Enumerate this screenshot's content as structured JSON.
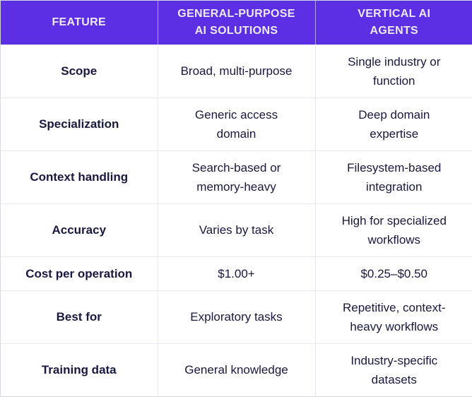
{
  "chart_data": {
    "type": "table",
    "title": "General-Purpose AI Solutions vs Vertical AI Agents comparison",
    "columns": [
      "FEATURE",
      "GENERAL-PURPOSE AI SOLUTIONS",
      "VERTICAL AI AGENTS"
    ],
    "rows": [
      [
        "Scope",
        "Broad, multi-purpose",
        "Single industry or function"
      ],
      [
        "Specialization",
        "Generic access domain",
        "Deep domain expertise"
      ],
      [
        "Context handling",
        "Search-based or memory-heavy",
        "Filesystem-based integration"
      ],
      [
        "Accuracy",
        "Varies by task",
        "High for specialized workflows"
      ],
      [
        "Cost per operation",
        "$1.00+",
        "$0.25–$0.50"
      ],
      [
        "Best for",
        "Exploratory tasks",
        "Repetitive, context-heavy workflows"
      ],
      [
        "Training data",
        "General knowledge",
        "Industry-specific datasets"
      ]
    ]
  },
  "table": {
    "columns": [
      {
        "label": "FEATURE"
      },
      {
        "label": "GENERAL-PURPOSE\nAI SOLUTIONS"
      },
      {
        "label": "VERTICAL AI\nAGENTS"
      }
    ],
    "rows": [
      {
        "feature": "Scope",
        "general": "Broad, multi-purpose",
        "vertical": "Single industry or\nfunction"
      },
      {
        "feature": "Specialization",
        "general": "Generic access\ndomain",
        "vertical": "Deep domain\nexpertise"
      },
      {
        "feature": "Context handling",
        "general": "Search-based or\nmemory-heavy",
        "vertical": "Filesystem-based\nintegration"
      },
      {
        "feature": "Accuracy",
        "general": "Varies by task",
        "vertical": "High for specialized\nworkflows"
      },
      {
        "feature": "Cost per operation",
        "general": "$1.00+",
        "vertical": "$0.25–$0.50"
      },
      {
        "feature": "Best for",
        "general": "Exploratory tasks",
        "vertical": "Repetitive, context-\nheavy workflows"
      },
      {
        "feature": "Training data",
        "general": "General knowledge",
        "vertical": "Industry-specific\ndatasets"
      }
    ],
    "colors": {
      "header_bg": "#5C2FE4",
      "header_text": "#EDE9F9",
      "body_text": "#181840",
      "row_bg": "#FFFFFF",
      "grid_border": "#E8E8F0",
      "outer_border": "#D4D8E1"
    }
  }
}
